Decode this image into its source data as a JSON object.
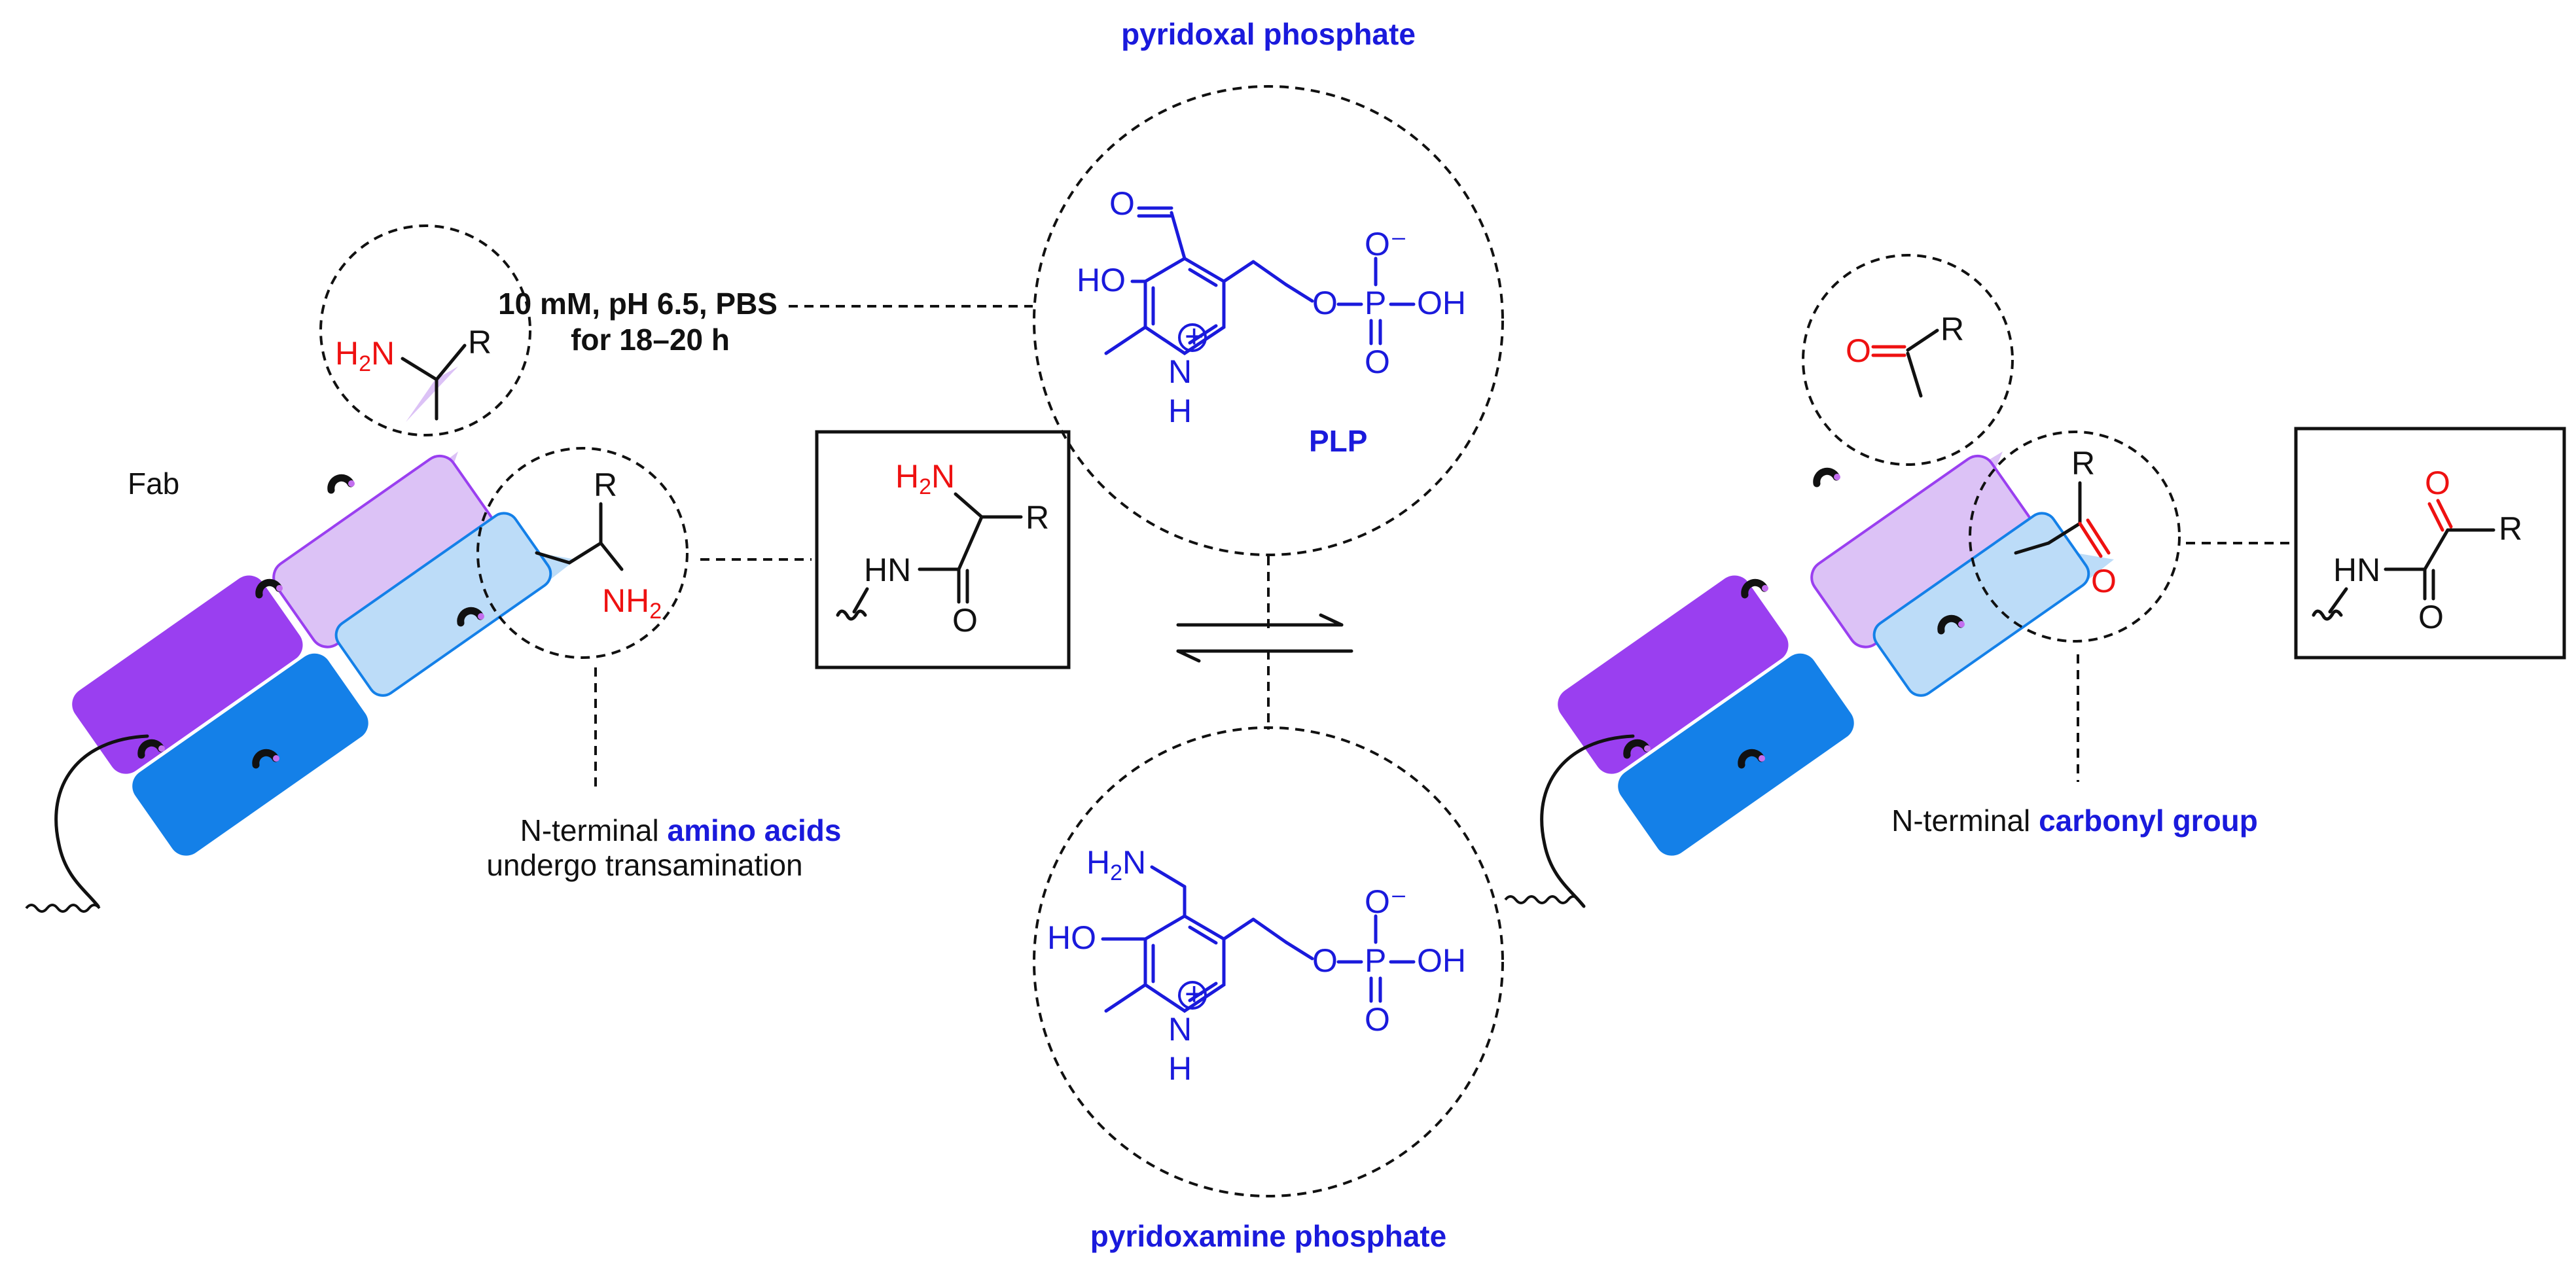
{
  "labels": {
    "fab": "Fab",
    "conditions_line1": "10 mM, pH 6.5, PBS",
    "conditions_line2": "for 18–20 h",
    "pyridoxal_phosphate": "pyridoxal phosphate",
    "plp": "PLP",
    "pyridoxamine_phosphate": "pyridoxamine phosphate",
    "nterm_amino_prefix": "N-terminal ",
    "nterm_amino_highlight": "amino acids",
    "nterm_amino_line2": "undergo transamination",
    "nterm_carbonyl_prefix": "N-terminal ",
    "nterm_carbonyl_highlight": "carbonyl group"
  },
  "atoms": {
    "h2n": "H2N",
    "nh2": "NH2",
    "r": "R",
    "o": "O",
    "hn": "HN",
    "ho": "HO",
    "oh": "OH",
    "p": "P",
    "n": "N",
    "h": "H",
    "o_minus": "O⁻",
    "plus": "+"
  },
  "colors": {
    "purple_dark": "#9a3ff0",
    "purple_light": "#dcc2f6",
    "blue_dark": "#1480e8",
    "blue_light": "#bcdcf8",
    "chem_blue": "#1a1adc",
    "chem_red": "#ee1111"
  }
}
